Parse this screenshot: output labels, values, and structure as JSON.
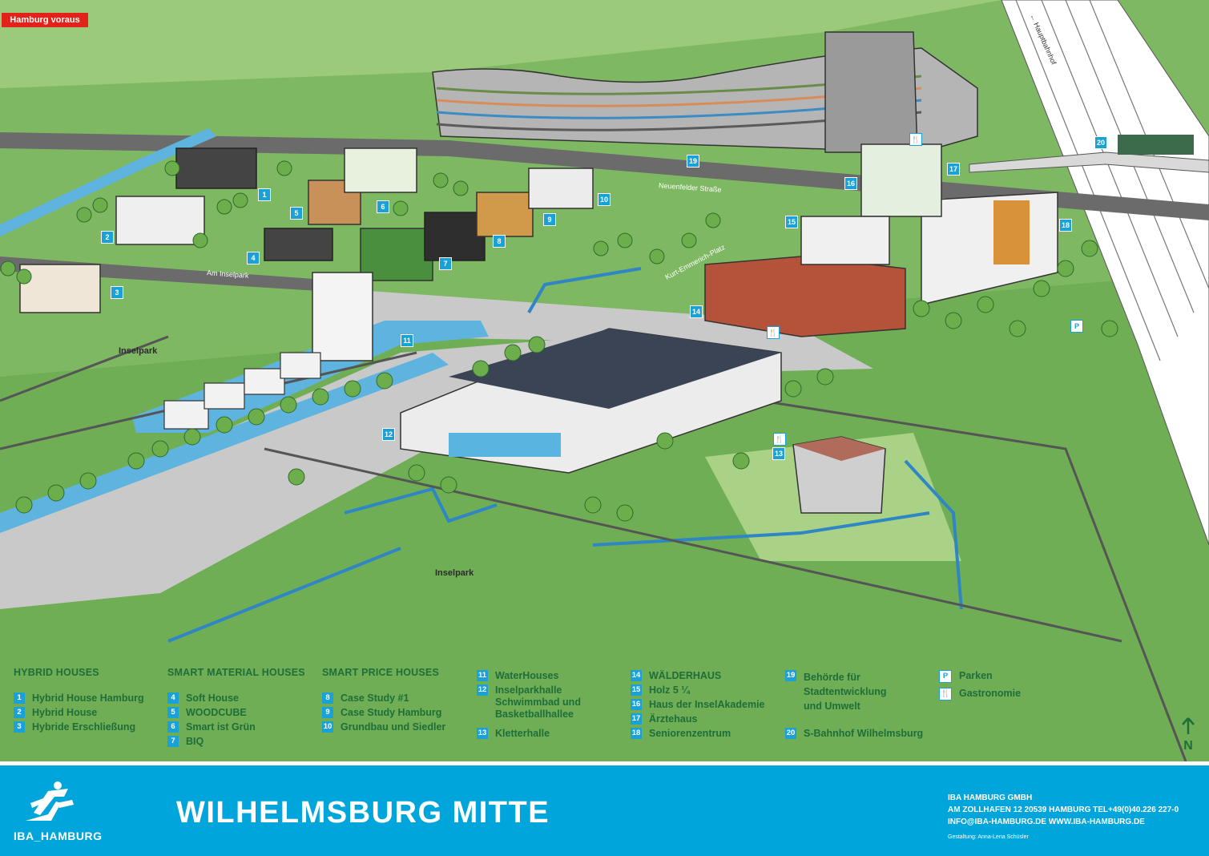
{
  "header_tag": "Hamburg voraus",
  "map_labels": {
    "inselpark_1": "Inselpark",
    "inselpark_2": "Inselpark",
    "am_inselpark": "Am Inselpark",
    "neuenfelder": "Neuenfelder Straße",
    "kurt_platz": "Kurt-Emmerich-Platz",
    "hauptbahnhof": "← Hauptbahnhof"
  },
  "map_markers": [
    "1",
    "2",
    "3",
    "4",
    "5",
    "6",
    "7",
    "8",
    "9",
    "10",
    "11",
    "12",
    "13",
    "14",
    "15",
    "16",
    "17",
    "18",
    "19",
    "20"
  ],
  "map_symbols": {
    "parking": "P",
    "gastro": "🍴"
  },
  "legend": {
    "hybrid": {
      "heading": "HYBRID HOUSES",
      "items": [
        {
          "n": "1",
          "label": "Hybrid House Hamburg"
        },
        {
          "n": "2",
          "label": "Hybrid House"
        },
        {
          "n": "3",
          "label": "Hybride Erschließung"
        }
      ]
    },
    "smart_material": {
      "heading": "SMART MATERIAL HOUSES",
      "items": [
        {
          "n": "4",
          "label": "Soft House"
        },
        {
          "n": "5",
          "label": "WOODCUBE"
        },
        {
          "n": "6",
          "label": "Smart ist Grün"
        },
        {
          "n": "7",
          "label": "BIQ"
        }
      ]
    },
    "smart_price": {
      "heading": "SMART PRICE HOUSES",
      "items": [
        {
          "n": "8",
          "label": "Case Study #1"
        },
        {
          "n": "9",
          "label": "Case Study Hamburg"
        },
        {
          "n": "10",
          "label": "Grundbau und Siedler"
        }
      ]
    },
    "col4": [
      {
        "n": "11",
        "label": "WaterHouses"
      },
      {
        "n": "12",
        "label": "Inselparkhalle\nSchwimmbad und\nBasketballhallee"
      },
      {
        "n": "13",
        "label": "Kletterhalle"
      }
    ],
    "col5": [
      {
        "n": "14",
        "label": "WÄLDERHAUS"
      },
      {
        "n": "15",
        "label": "Holz 5 ¼"
      },
      {
        "n": "16",
        "label": "Haus der InselAkademie"
      },
      {
        "n": "17",
        "label": "Ärztehaus"
      },
      {
        "n": "18",
        "label": "Seniorenzentrum"
      }
    ],
    "col6": [
      {
        "n": "19",
        "label": "Behörde für\nStadtentwicklung\nund Umwelt"
      },
      {
        "n": "20",
        "label": "S-Bahnhof Wilhelmsburg"
      }
    ],
    "col7": [
      {
        "n": "P",
        "label": "Parken"
      },
      {
        "n": "🍴",
        "label": "Gastronomie"
      }
    ]
  },
  "north_label": "N",
  "footer": {
    "logo_text": "IBA_HAMBURG",
    "title": "WILHELMSBURG MITTE",
    "company": "IBA HAMBURG GMBH",
    "address": "AM ZOLLHAFEN 12   20539 HAMBURG   TEL+49(0)40.226 227-0",
    "web": "INFO@IBA-HAMBURG.DE   WWW.IBA-HAMBURG.DE",
    "credit": "Gestaltung: Anna-Lena Schüsler"
  }
}
